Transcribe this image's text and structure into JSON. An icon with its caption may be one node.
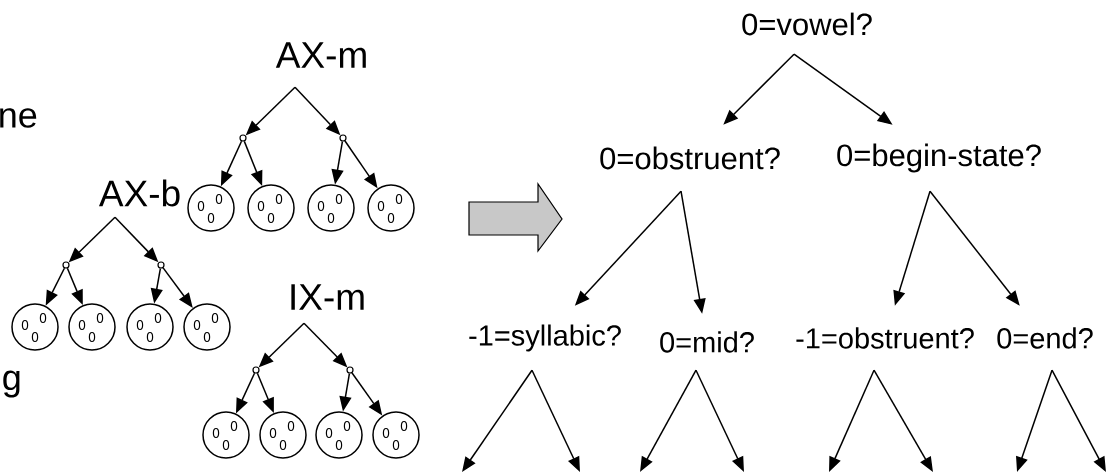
{
  "diagram": {
    "nodes": [
      {
        "text": [
          "AX-m"
        ]
      },
      {
        "text": [],
        "shape": "circle"
      },
      {
        "text": [],
        "shape": "circle"
      },
      {
        "text": [],
        "shape": "circle"
      },
      {
        "text": [],
        "shape": "circle"
      },
      {
        "text": [],
        "shape": "circle"
      },
      {
        "text": [],
        "shape": "circle"
      },
      {
        "text": [
          "AX-b"
        ]
      },
      {
        "text": [],
        "shape": "circle"
      },
      {
        "text": [],
        "shape": "circle"
      },
      {
        "text": [],
        "shape": "circle"
      },
      {
        "text": [],
        "shape": "circle"
      },
      {
        "text": [],
        "shape": "circle"
      },
      {
        "text": [],
        "shape": "circle"
      },
      {
        "text": [
          "IX-m"
        ]
      },
      {
        "text": [],
        "shape": "circle"
      },
      {
        "text": [],
        "shape": "circle"
      },
      {
        "text": [],
        "shape": "circle"
      },
      {
        "text": [],
        "shape": "circle"
      },
      {
        "text": [],
        "shape": "circle"
      },
      {
        "text": [],
        "shape": "circle"
      },
      {
        "text": [
          "0=vowel?"
        ]
      },
      {
        "text": [
          "0=obstruent?"
        ]
      },
      {
        "text": [
          "0=begin-state?"
        ]
      },
      {
        "text": [
          "-1=syllabic?"
        ]
      },
      {
        "text": [
          "0=mid?"
        ]
      },
      {
        "text": [
          "-1=obstruent?"
        ]
      },
      {
        "text": [
          "0=end?"
        ]
      }
    ],
    "edges": [
      {
        "from": 0,
        "to": 1,
        "arrow": "to"
      },
      {
        "from": 0,
        "to": 2,
        "arrow": "to"
      },
      {
        "from": 1,
        "to": 3,
        "arrow": "to"
      },
      {
        "from": 1,
        "to": 4,
        "arrow": "to"
      },
      {
        "from": 2,
        "to": 5,
        "arrow": "to"
      },
      {
        "from": 2,
        "to": 6,
        "arrow": "to"
      },
      {
        "from": 7,
        "to": 8,
        "arrow": "to"
      },
      {
        "from": 7,
        "to": 9,
        "arrow": "to"
      },
      {
        "from": 8,
        "to": 10,
        "arrow": "to"
      },
      {
        "from": 8,
        "to": 11,
        "arrow": "to"
      },
      {
        "from": 9,
        "to": 12,
        "arrow": "to"
      },
      {
        "from": 9,
        "to": 13,
        "arrow": "to"
      },
      {
        "from": 14,
        "to": 15,
        "arrow": "to"
      },
      {
        "from": 14,
        "to": 16,
        "arrow": "to"
      },
      {
        "from": 15,
        "to": 17,
        "arrow": "to"
      },
      {
        "from": 15,
        "to": 18,
        "arrow": "to"
      },
      {
        "from": 16,
        "to": 19,
        "arrow": "to"
      },
      {
        "from": 16,
        "to": 20,
        "arrow": "to"
      },
      {
        "from": 21,
        "to": 22,
        "arrow": "to"
      },
      {
        "from": 21,
        "to": 23,
        "arrow": "to"
      },
      {
        "from": 22,
        "to": 24,
        "arrow": "to"
      },
      {
        "from": 22,
        "to": 25,
        "arrow": "to"
      },
      {
        "from": 23,
        "to": 26,
        "arrow": "to"
      },
      {
        "from": 23,
        "to": 27,
        "arrow": "to"
      },
      {
        "from": 24,
        "to": null,
        "arrow": "to"
      },
      {
        "from": 24,
        "to": null,
        "arrow": "to"
      },
      {
        "from": 25,
        "to": null,
        "arrow": "to"
      },
      {
        "from": 25,
        "to": null,
        "arrow": "to"
      },
      {
        "from": 26,
        "to": null,
        "arrow": "to"
      },
      {
        "from": 26,
        "to": null,
        "arrow": "to"
      },
      {
        "from": 27,
        "to": null,
        "arrow": "to"
      },
      {
        "from": 27,
        "to": null,
        "arrow": "to"
      }
    ],
    "labels": [
      "ne",
      "g"
    ]
  }
}
